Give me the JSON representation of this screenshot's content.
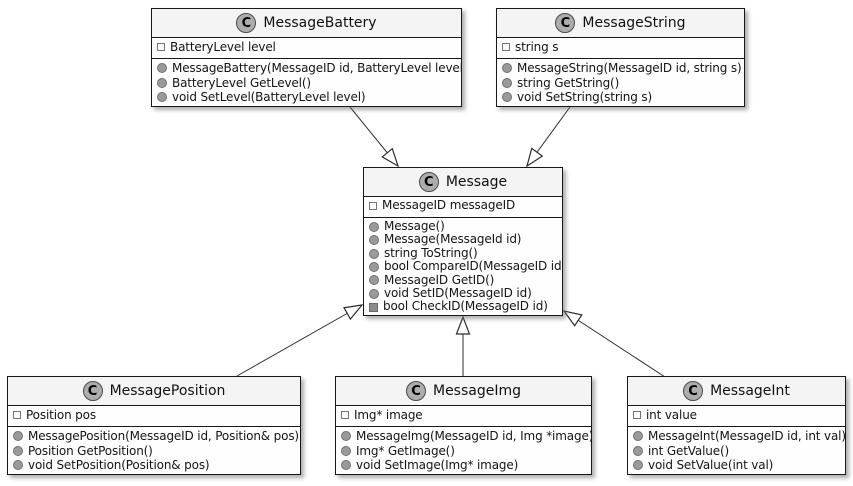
{
  "diagram": {
    "type": "uml-class-diagram",
    "background_color": "#FFFFFF",
    "border_color": "#181818",
    "header_fill": "#F4F4F4",
    "body_fill": "#FEFEFE",
    "stereotype_circle_fill": "#ADADAD",
    "member_icon_gray": "#9A9A9A",
    "arrow_color": "#2D2D2D",
    "arrowhead_style": "hollow-triangle"
  },
  "classes": [
    {
      "stereotype": "C",
      "name": "MessageBattery",
      "fields": [
        {
          "icon": "field-icon",
          "text": "BatteryLevel level"
        }
      ],
      "methods": [
        {
          "icon": "public-method-icon",
          "text": "MessageBattery(MessageID id, BatteryLevel level)"
        },
        {
          "icon": "public-method-icon",
          "text": "BatteryLevel GetLevel()"
        },
        {
          "icon": "public-method-icon",
          "text": "void SetLevel(BatteryLevel level)"
        }
      ]
    },
    {
      "stereotype": "C",
      "name": "MessageString",
      "fields": [
        {
          "icon": "field-icon",
          "text": "string s"
        }
      ],
      "methods": [
        {
          "icon": "public-method-icon",
          "text": "MessageString(MessageID id, string s)"
        },
        {
          "icon": "public-method-icon",
          "text": "string GetString()"
        },
        {
          "icon": "public-method-icon",
          "text": "void SetString(string s)"
        }
      ]
    },
    {
      "stereotype": "C",
      "name": "Message",
      "fields": [
        {
          "icon": "field-icon",
          "text": "MessageID messageID"
        }
      ],
      "methods": [
        {
          "icon": "public-method-icon",
          "text": "Message()"
        },
        {
          "icon": "public-method-icon",
          "text": "Message(MessageId id)"
        },
        {
          "icon": "public-method-icon",
          "text": "string ToString()"
        },
        {
          "icon": "public-method-icon",
          "text": "bool CompareID(MessageID id)"
        },
        {
          "icon": "public-method-icon",
          "text": "MessageID GetID()"
        },
        {
          "icon": "public-method-icon",
          "text": "void SetID(MessageID id)"
        },
        {
          "icon": "private-method-icon",
          "text": "bool CheckID(MessageID id)"
        }
      ]
    },
    {
      "stereotype": "C",
      "name": "MessagePosition",
      "fields": [
        {
          "icon": "field-icon",
          "text": "Position pos"
        }
      ],
      "methods": [
        {
          "icon": "public-method-icon",
          "text": "MessagePosition(MessageID id, Position& pos)"
        },
        {
          "icon": "public-method-icon",
          "text": "Position GetPosition()"
        },
        {
          "icon": "public-method-icon",
          "text": "void SetPosition(Position& pos)"
        }
      ]
    },
    {
      "stereotype": "C",
      "name": "MessageImg",
      "fields": [
        {
          "icon": "field-icon",
          "text": "Img* image"
        }
      ],
      "methods": [
        {
          "icon": "public-method-icon",
          "text": "MessageImg(MessageID id, Img *image)"
        },
        {
          "icon": "public-method-icon",
          "text": "Img* GetImage()"
        },
        {
          "icon": "public-method-icon",
          "text": "void SetImage(Img* image)"
        }
      ]
    },
    {
      "stereotype": "C",
      "name": "MessageInt",
      "fields": [
        {
          "icon": "field-icon",
          "text": "int value"
        }
      ],
      "methods": [
        {
          "icon": "public-method-icon",
          "text": "MessageInt(MessageID id, int val)"
        },
        {
          "icon": "public-method-icon",
          "text": "int GetValue()"
        },
        {
          "icon": "public-method-icon",
          "text": "void SetValue(int val)"
        }
      ]
    }
  ],
  "relations": [
    {
      "from": "MessageBattery",
      "to": "Message",
      "type": "generalization"
    },
    {
      "from": "MessageString",
      "to": "Message",
      "type": "generalization"
    },
    {
      "from": "MessagePosition",
      "to": "Message",
      "type": "generalization"
    },
    {
      "from": "MessageImg",
      "to": "Message",
      "type": "generalization"
    },
    {
      "from": "MessageInt",
      "to": "Message",
      "type": "generalization"
    }
  ]
}
